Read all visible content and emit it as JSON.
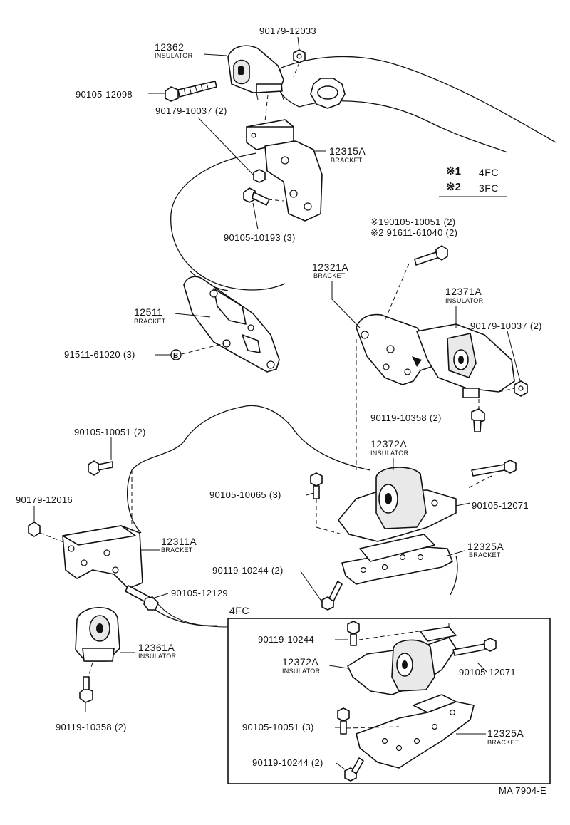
{
  "legend": {
    "rows": [
      {
        "mark": "※1",
        "model": "4FC"
      },
      {
        "mark": "※2",
        "model": "3FC"
      }
    ]
  },
  "labels": {
    "p12362": "12362",
    "p12362_desc": "INSULATOR",
    "p90179_12033": "90179-12033",
    "p90105_12098": "90105-12098",
    "p90179_10037_a": "90179-10037 (2)",
    "p12315A": "12315A",
    "p12315A_desc": "BRACKET",
    "p90105_10193": "90105-10193 (3)",
    "p90105_10051_s1": "※190105-10051 (2)",
    "p91611_61040_s2": "※2 91611-61040 (2)",
    "p12321A": "12321A",
    "p12321A_desc": "BRACKET",
    "p12371A": "12371A",
    "p12371A_desc": "INSULATOR",
    "p90179_10037_b": "90179-10037 (2)",
    "p12511": "12511",
    "p12511_desc": "BRACKET",
    "p91511_61020": "91511-61020 (3)",
    "circle_b": "B",
    "p90119_10358_a": "90119-10358 (2)",
    "p90105_10051_a": "90105-10051 (2)",
    "p12372A": "12372A",
    "p12372A_desc": "INSULATOR",
    "p90179_12016": "90179-12016",
    "p90105_10065": "90105-10065 (3)",
    "p90105_12071": "90105-12071",
    "p12311A": "12311A",
    "p12311A_desc": "BRACKET",
    "p12325A": "12325A",
    "p12325A_desc": "BRACKET",
    "p90119_10244_a": "90119-10244 (2)",
    "p90105_12129": "90105-12129",
    "inset_title": "4FC",
    "p12361A": "12361A",
    "p12361A_desc": "INSULATOR",
    "p90119_10358_b": "90119-10358 (2)",
    "i_90119_10244": "90119-10244",
    "i_12372A": "12372A",
    "i_12372A_desc": "INSULATOR",
    "i_90105_12071": "90105-12071",
    "i_90105_10051": "90105-10051 (3)",
    "i_12325A": "12325A",
    "i_12325A_desc": "BRACKET",
    "i_90119_10244_b": "90119-10244 (2)",
    "figure_code": "MA 7904-E"
  }
}
